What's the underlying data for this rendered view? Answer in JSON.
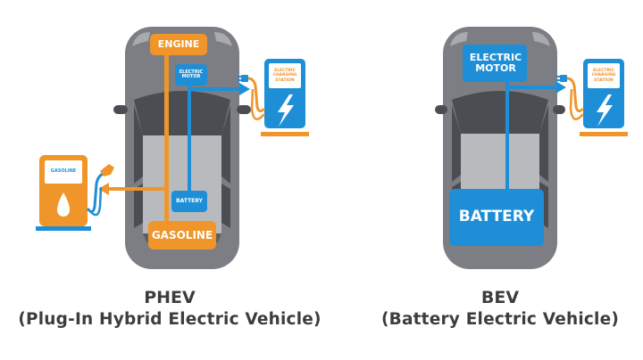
{
  "colors": {
    "orange": "#f0952a",
    "blue": "#1e8fd6",
    "car_body": "#7d7e83",
    "car_light": "#b9babe",
    "window": "#4c4d52",
    "caption": "#3d3d3d",
    "background": "#ffffff"
  },
  "phev": {
    "title": "PHEV",
    "subtitle": "(Plug-In Hybrid Electric Vehicle)",
    "components": {
      "engine": "ENGINE",
      "electric_motor": "ELECTRIC MOTOR",
      "battery": "BATTERY",
      "gasoline": "GASOLINE"
    },
    "gas_pump": {
      "label": "GASOLINE",
      "icon": "fuel-drop-icon"
    },
    "charging_station": {
      "label": "ELECTRIC CHARGING STATION",
      "icon": "lightning-bolt-icon"
    }
  },
  "bev": {
    "title": "BEV",
    "subtitle": "(Battery Electric Vehicle)",
    "components": {
      "electric_motor": "ELECTRIC MOTOR",
      "battery": "BATTERY"
    },
    "charging_station": {
      "label": "ELECTRIC CHARGING STATION",
      "icon": "lightning-bolt-icon"
    }
  }
}
